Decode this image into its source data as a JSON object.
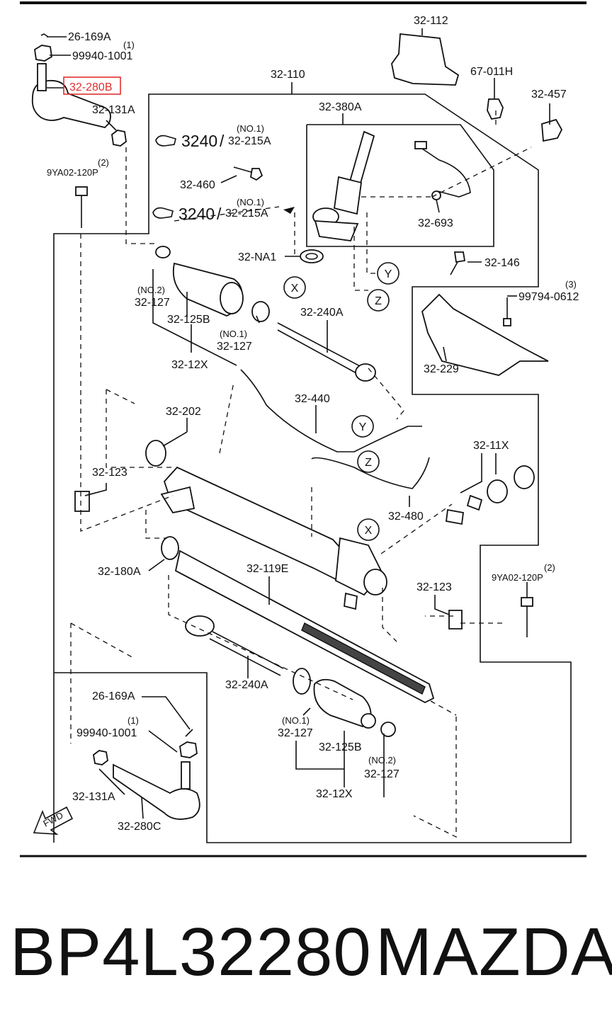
{
  "part_number": "BP4L32280",
  "brand": "MAZDA",
  "highlighted_part": "32-280B",
  "highlight_color": "#e03030",
  "labels": {
    "l26169A_top": "26-169A",
    "l99940_top": "99940-1001",
    "qty1_top": "(1)",
    "l32280B": "32-280B",
    "l32131A_top": "32-131A",
    "qty2_left": "(2)",
    "l9YA02_left": "9YA02-120P",
    "l32110": "32-110",
    "l32112": "32-112",
    "l67011H": "67-011H",
    "l32457": "32-457",
    "l32380A": "32-380A",
    "ref3240_a": "3240",
    "ref32215A_a": "32-215A",
    "no1_a": "(NO.1)",
    "ref3240_b": "3240",
    "ref32215A_b": "32-215A",
    "no1_b": "(NO.1)",
    "slash": "/",
    "l32460": "32-460",
    "l32693": "32-693",
    "l32NA1": "32-NA1",
    "l32146": "32-146",
    "qty3": "(3)",
    "l99794": "99794-0612",
    "l32229": "32-229",
    "no2_a": "(NO.2)",
    "l32127_a": "32-127",
    "l32125B_a": "32-125B",
    "no1_c": "(NO.1)",
    "l32127_b": "32-127",
    "l32240A_a": "32-240A",
    "l3212X_a": "32-12X",
    "l32202": "32-202",
    "l32440": "32-440",
    "l3211X": "32-11X",
    "l32123_a": "32-123",
    "l32480": "32-480",
    "l32180A": "32-180A",
    "l32119E": "32-119E",
    "l32123_b": "32-123",
    "qty2_right": "(2)",
    "l9YA02_right": "9YA02-120P",
    "l32240A_b": "32-240A",
    "l26169A_bot": "26-169A",
    "qty1_bot": "(1)",
    "l99940_bot": "99940-1001",
    "no1_d": "(NO.1)",
    "l32127_c": "32-127",
    "l32125B_b": "32-125B",
    "no2_b": "(NO.2)",
    "l32127_d": "32-127",
    "l3212X_b": "32-12X",
    "l32131A_bot": "32-131A",
    "l32280C": "32-280C",
    "X": "X",
    "Y": "Y",
    "Z": "Z",
    "fwd": "FWD"
  }
}
